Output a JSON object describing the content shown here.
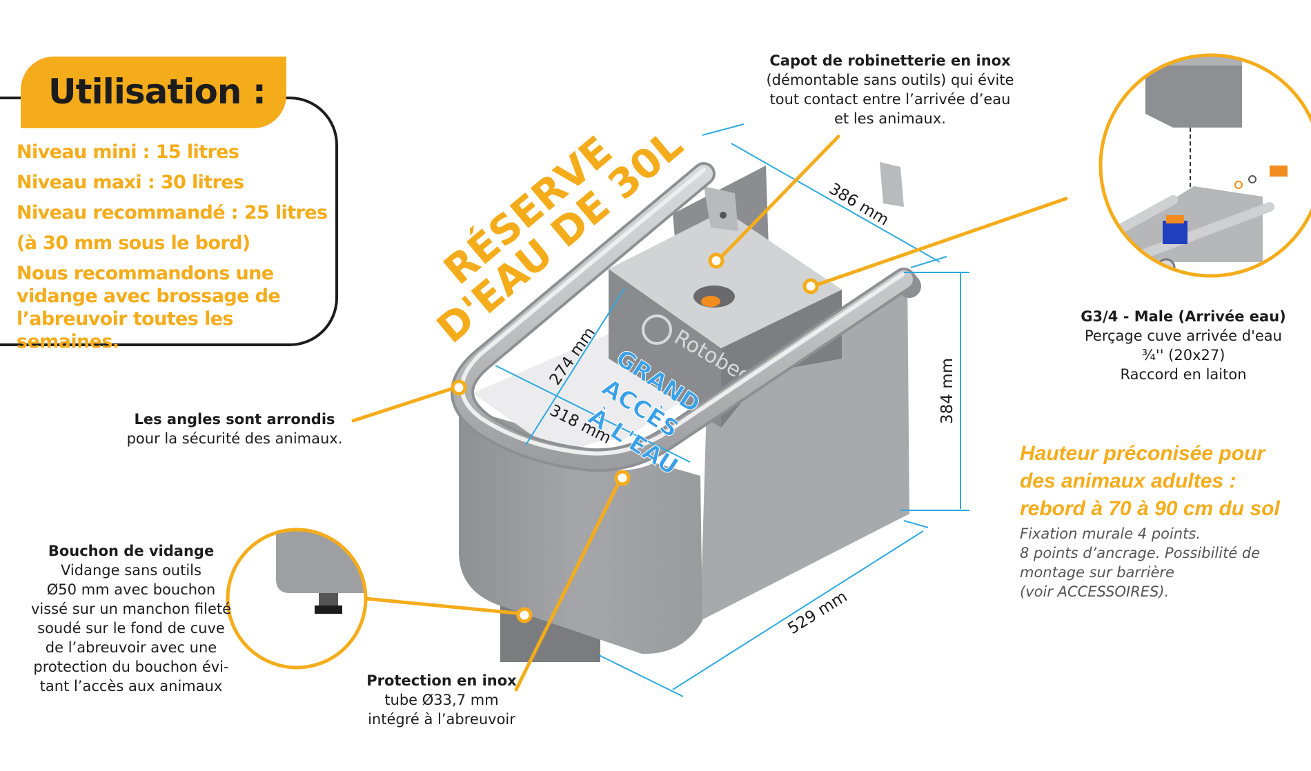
{
  "usage": {
    "title": "Utilisation :",
    "lines": [
      "Niveau mini : 15 litres",
      "Niveau maxi : 30 litres",
      "Niveau recommandé : 25 litres",
      "(à 30 mm sous le bord)",
      "Nous recommandons une",
      "vidange avec brossage de",
      "l’abreuvoir toutes les semaines."
    ]
  },
  "reserve_label": {
    "line1": "RÉSERVE",
    "line2": "D'EAU DE 30L"
  },
  "access_label": {
    "line1": "GRAND",
    "line2": "ACCÈS",
    "line3": "À L'EAU"
  },
  "brand": "Rotobec",
  "callouts": {
    "cover": {
      "title": "Capot de robinetterie en inox",
      "lines": [
        "(démontable sans outils) qui évite",
        "tout contact entre l’arrivée d’eau",
        "et les animaux."
      ]
    },
    "corners": {
      "title": "Les angles sont arrondis",
      "lines": [
        "pour la sécurité des animaux."
      ]
    },
    "drain": {
      "title": "Bouchon de vidange",
      "lines": [
        "Vidange sans outils",
        "Ø50 mm avec bouchon",
        "vissé sur un manchon fileté",
        "soudé sur le fond de cuve",
        "de l’abreuvoir avec une",
        "protection du bouchon évi-",
        "tant l’accès aux animaux"
      ]
    },
    "protection": {
      "title": "Protection en inox",
      "lines": [
        "tube Ø33,7 mm",
        "intégré à l’abreuvoir"
      ]
    },
    "inlet": {
      "title": "G3/4 - Male (Arrivée eau)",
      "lines": [
        "Perçage cuve arrivée d'eau",
        "¾'' (20x27)",
        "Raccord en laiton"
      ]
    }
  },
  "dimensions": {
    "top_width": "386 mm",
    "height": "384 mm",
    "length": "529 mm",
    "inner_depth": "274 mm",
    "inner_width": "318 mm"
  },
  "height_recommendation": {
    "lines": [
      "Hauteur préconisée pour",
      "des animaux adultes :",
      "rebord à 70 à 90 cm du sol"
    ]
  },
  "fixation": {
    "lines": [
      "Fixation murale 4 points.",
      "8 points d’ancrage. Possibilité de",
      "montage sur barrière",
      "(voir ACCESSOIRES)."
    ]
  },
  "colors": {
    "accent": "#F5AC1B",
    "dimension": "#29A9E0",
    "text": "#1c1c1c",
    "steel": "#a9aaac",
    "access_text": "#3aa0e8"
  }
}
